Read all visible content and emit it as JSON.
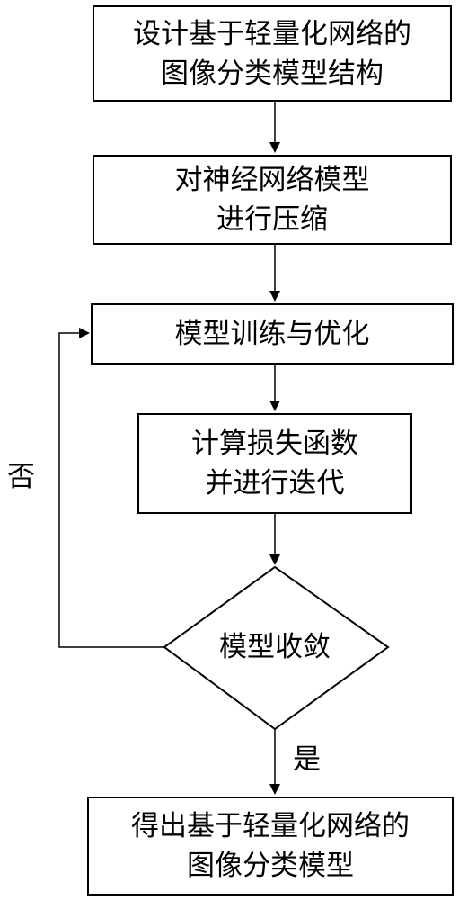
{
  "steps": [
    {
      "line1": "设计基于轻量化网络的",
      "line2": "图像分类模型结构"
    },
    {
      "line1": "对神经网络模型",
      "line2": "进行压缩"
    },
    {
      "line1": "模型训练与优化"
    },
    {
      "line1": "计算损失函数",
      "line2": "并进行迭代"
    }
  ],
  "decision": {
    "label": "模型收敛",
    "yes_label": "是",
    "no_label": "否"
  },
  "result": {
    "line1": "得出基于轻量化网络的",
    "line2": "图像分类模型"
  }
}
